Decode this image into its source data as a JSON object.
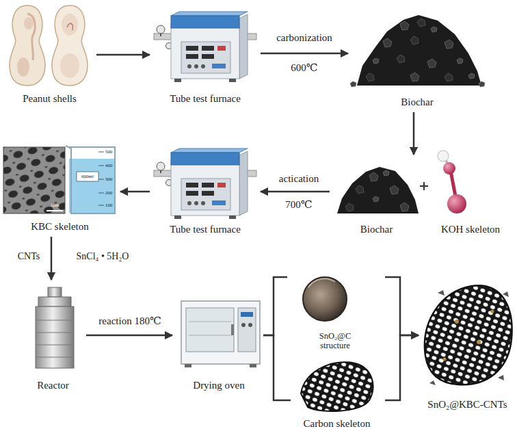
{
  "diagram": {
    "nodes": [
      {
        "text": [
          "Peanut shells"
        ]
      },
      {
        "text": [
          "Tube test furnace"
        ]
      },
      {
        "text": [
          "Biochar"
        ]
      },
      {
        "text": [
          "Biochar"
        ]
      },
      {
        "text": [
          "KOH skeleton"
        ]
      },
      {
        "text": [
          "Tube test furnace"
        ]
      },
      {
        "text": [
          "KBC skeleton"
        ]
      },
      {
        "text": [
          "Reactor"
        ]
      },
      {
        "text": [
          "Drying oven"
        ]
      },
      {
        "text": [
          "SnO₂@C structure"
        ]
      },
      {
        "text": [
          "Carbon skeleton"
        ]
      },
      {
        "text": [
          "SnO₂@KBC-CNTs"
        ]
      }
    ],
    "edges": [
      {
        "from": 0,
        "to": 1,
        "arrow": "to"
      },
      {
        "from": 1,
        "to": 2,
        "label": "carbonization",
        "arrow": "to"
      },
      {
        "from": 2,
        "to": 3,
        "arrow": "to"
      },
      {
        "from": 3,
        "to": 5,
        "label": "actication",
        "arrow": "to"
      },
      {
        "from": 5,
        "to": 6,
        "arrow": "to"
      },
      {
        "from": 6,
        "to": 7,
        "label": "CNTs",
        "arrow": "to"
      },
      {
        "from": 7,
        "to": 8,
        "label": "reaction 180℃",
        "arrow": "to"
      },
      {
        "from": 8,
        "to": 9,
        "arrow": "none"
      },
      {
        "from": 8,
        "to": 10,
        "arrow": "none"
      },
      {
        "from": 9,
        "to": 11,
        "arrow": "to"
      },
      {
        "from": 10,
        "to": 11,
        "arrow": "to"
      }
    ],
    "labels": [
      "600℃",
      "700℃",
      "SnCl₄ • 5H₂O",
      "1μm",
      "500",
      "400",
      "300",
      "200",
      "100",
      "600ml"
    ]
  }
}
